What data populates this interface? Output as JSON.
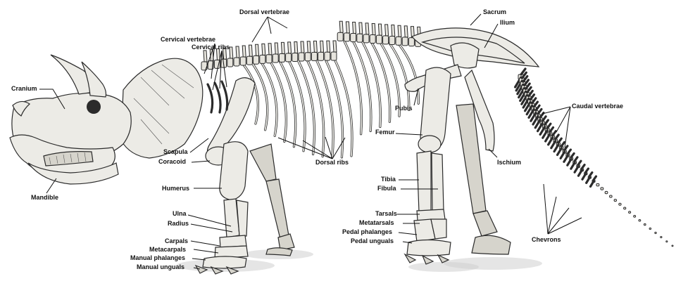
{
  "labels": {
    "cranium": "Cranium",
    "mandible": "Mandible",
    "cervical_vertebrae": "Cervical vertebrae",
    "cervical_ribs": "Cervical ribs",
    "dorsal_vertebrae": "Dorsal vertebrae",
    "sacrum": "Sacrum",
    "ilium": "Ilium",
    "caudal_vertebrae": "Caudal vertebrae",
    "pubis": "Pubis",
    "femur": "Femur",
    "ischium": "Ischium",
    "scapula": "Scapula",
    "coracoid": "Coracoid",
    "dorsal_ribs": "Dorsal ribs",
    "humerus": "Humerus",
    "ulna": "Ulna",
    "radius": "Radius",
    "carpals": "Carpals",
    "metacarpals": "Metacarpals",
    "manual_phalanges": "Manual phalanges",
    "manual_unguals": "Manual unguals",
    "tibia": "Tibia",
    "fibula": "Fibula",
    "tarsals": "Tarsals",
    "metatarsals": "Metatarsals",
    "pedal_phalanges": "Pedal phalanges",
    "pedal_unguals": "Pedal unguals",
    "chevrons": "Chevrons"
  },
  "colors": {
    "bone": "#ecebe6",
    "outline": "#2b2b2b",
    "label_text": "#111111"
  }
}
